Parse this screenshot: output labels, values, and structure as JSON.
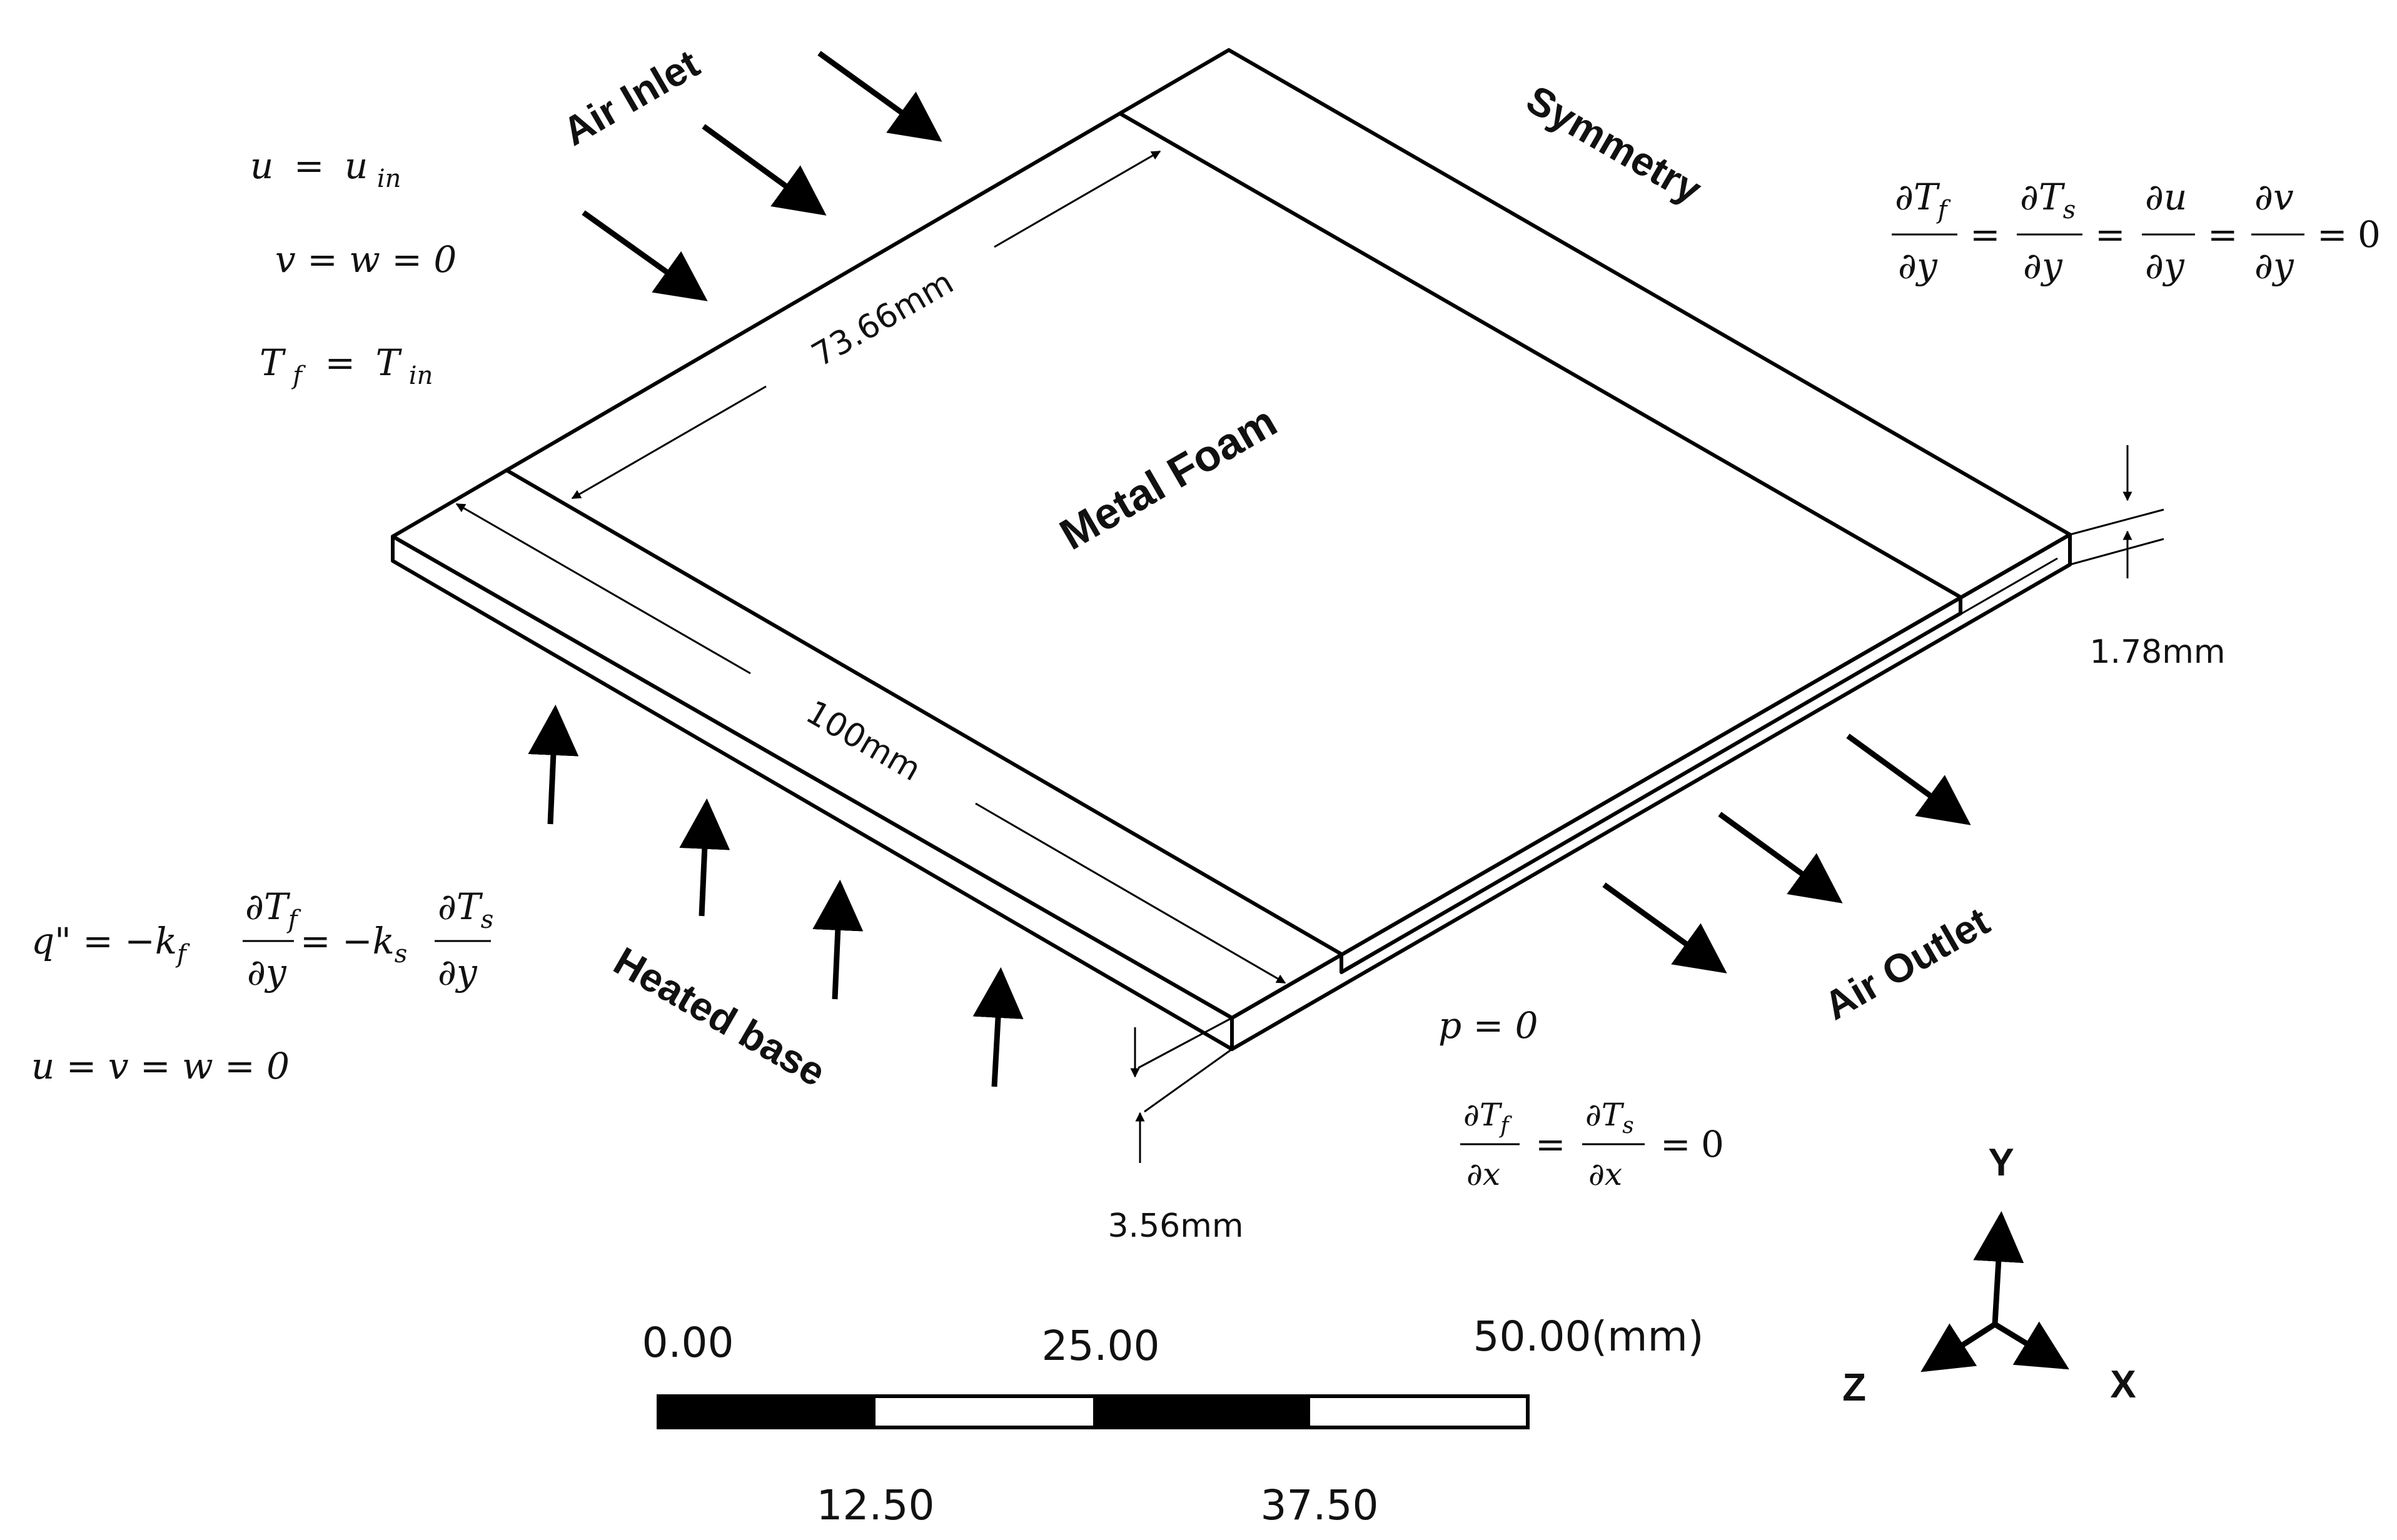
{
  "labels": {
    "air_inlet": "Air Inlet",
    "symmetry": "Symmetry",
    "metal_foam": "Metal Foam",
    "heated_base": "Heated base",
    "air_outlet": "Air Outlet"
  },
  "dimensions": {
    "foam_width": "73.66mm",
    "length": "100mm",
    "foam_thickness": "1.78mm",
    "base_thickness": "3.56mm"
  },
  "equations": {
    "inlet_u_lhs": "u",
    "inlet_u_eq": "=",
    "inlet_u_rhs": "u",
    "inlet_u_sub": "in",
    "inlet_vw": "v = w = 0",
    "inlet_T_lhs": "T",
    "inlet_T_lhs_sub": "f",
    "inlet_T_eq": "=",
    "inlet_T_rhs": "T",
    "inlet_T_rhs_sub": "in",
    "sym_terms": [
      {
        "num": "∂T",
        "num_sub": "f",
        "den": "∂y"
      },
      {
        "num": "∂T",
        "num_sub": "s",
        "den": "∂y"
      },
      {
        "num": "∂u",
        "num_sub": "",
        "den": "∂y"
      },
      {
        "num": "∂v",
        "num_sub": "",
        "den": "∂y"
      }
    ],
    "sym_zero": "0",
    "heat_q": "q\" = −k",
    "heat_kf_sub": "f",
    "heat_mid": "= −k",
    "heat_ks_sub": "s",
    "heat_terms": [
      {
        "num": "∂T",
        "num_sub": "f",
        "den": "∂y"
      },
      {
        "num": "∂T",
        "num_sub": "s",
        "den": "∂y"
      }
    ],
    "heat_uvw": "u = v = w = 0",
    "outlet_p": "p = 0",
    "outlet_terms": [
      {
        "num": "∂T",
        "num_sub": "f",
        "den": "∂x"
      },
      {
        "num": "∂T",
        "num_sub": "s",
        "den": "∂x"
      }
    ],
    "outlet_zero": "0"
  },
  "scale_bar": {
    "top_labels": [
      "0.00",
      "25.00",
      "50.00(mm)"
    ],
    "bottom_labels": [
      "12.50",
      "37.50"
    ]
  },
  "axes": {
    "y": "Y",
    "z": "Z",
    "x": "X"
  },
  "colors": {
    "ink": "#000000",
    "background": "#ffffff"
  }
}
